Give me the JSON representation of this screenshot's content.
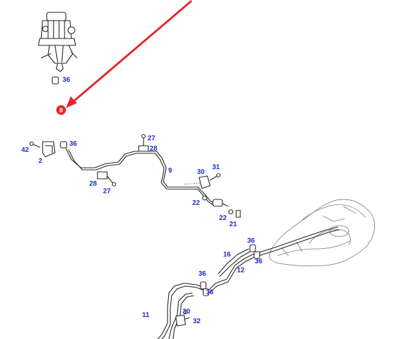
{
  "diagram": {
    "highlight": {
      "label": "8",
      "color": "#e8262b"
    },
    "arrow_color": "#e8262b",
    "labels": [
      {
        "id": "lbl-36-a",
        "text": "36"
      },
      {
        "id": "lbl-36-b",
        "text": "36"
      },
      {
        "id": "lbl-42",
        "text": "42"
      },
      {
        "id": "lbl-2",
        "text": "2"
      },
      {
        "id": "lbl-27-a",
        "text": "27"
      },
      {
        "id": "lbl-28-a",
        "text": "28"
      },
      {
        "id": "lbl-9",
        "text": "9"
      },
      {
        "id": "lbl-30-a",
        "text": "30"
      },
      {
        "id": "lbl-31",
        "text": "31"
      },
      {
        "id": "lbl-28-b",
        "text": "28"
      },
      {
        "id": "lbl-27-b",
        "text": "27"
      },
      {
        "id": "lbl-22-a",
        "text": "22"
      },
      {
        "id": "lbl-22-b",
        "text": "22"
      },
      {
        "id": "lbl-21",
        "text": "21"
      },
      {
        "id": "lbl-36-c",
        "text": "36"
      },
      {
        "id": "lbl-16",
        "text": "16"
      },
      {
        "id": "lbl-36-d",
        "text": "36"
      },
      {
        "id": "lbl-12",
        "text": "12"
      },
      {
        "id": "lbl-36-e",
        "text": "36"
      },
      {
        "id": "lbl-36-f",
        "text": "36"
      },
      {
        "id": "lbl-30-b",
        "text": "30"
      },
      {
        "id": "lbl-32",
        "text": "32"
      },
      {
        "id": "lbl-11",
        "text": "11"
      }
    ]
  }
}
